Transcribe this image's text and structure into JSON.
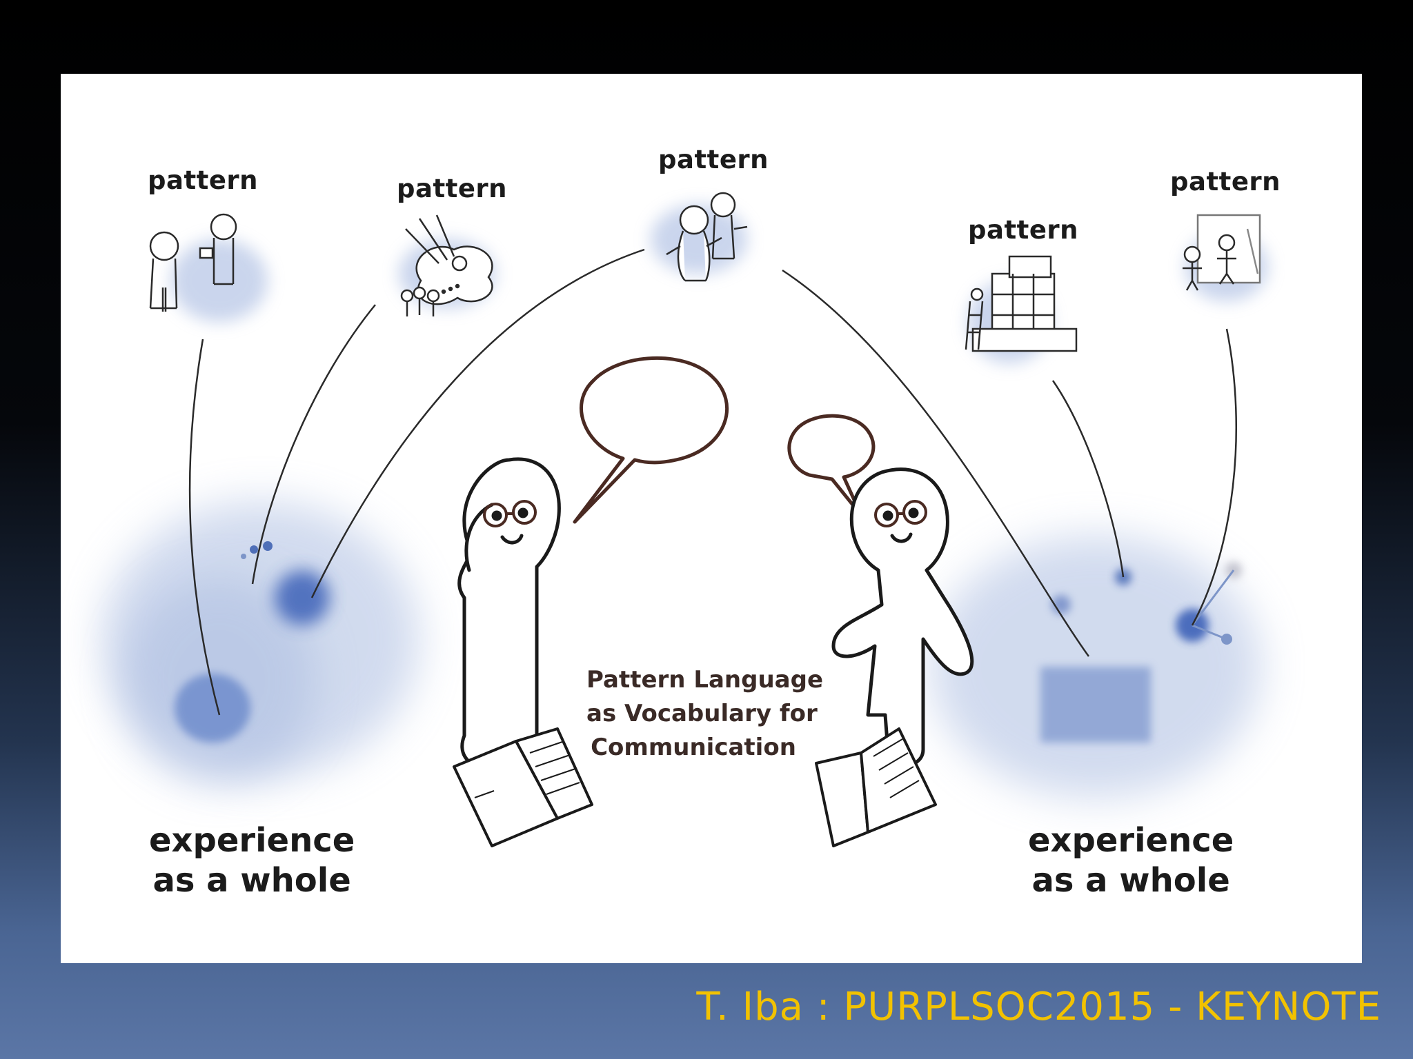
{
  "diagram": {
    "pattern_labels": [
      "pattern",
      "pattern",
      "pattern",
      "pattern",
      "pattern"
    ],
    "experience_left": {
      "line1": "experience",
      "line2": "as a whole"
    },
    "experience_right": {
      "line1": "experience",
      "line2": "as a whole"
    },
    "center_title": {
      "line1": "Pattern Language",
      "line2": "as Vocabulary for",
      "line3": "Communication"
    }
  },
  "footer": {
    "text": "T. Iba :  PURPLSOC2015 - KEYNOTE"
  },
  "colors": {
    "footer_text": "#f2c200",
    "blob_blue": "#5f7fc4",
    "speech_bubble": "#4a2a22"
  }
}
